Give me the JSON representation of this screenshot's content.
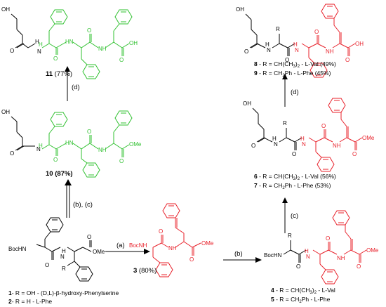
{
  "labels": {
    "oh": "OH",
    "o": "O",
    "nh": "NH",
    "hn": "HN",
    "h": "H",
    "n": "N",
    "ome": "OMe",
    "r": "R",
    "bochn": "BocHN",
    "bocnh": "BocNH"
  },
  "compound_11": {
    "num": "11",
    "yield": " (77%)"
  },
  "compound_10": {
    "num": "10",
    "yield": " (87%)"
  },
  "compound_8": {
    "num": "8",
    "text": " - R = CH(CH",
    "sub": "3",
    "tail": ")",
    "sub2": "2",
    "end": " - L-Val (49%)"
  },
  "compound_9": {
    "num": "9",
    "text": " - R = CH",
    "sub": "2",
    "end": "Ph - L-Phe (45%)"
  },
  "compound_6": {
    "num": "6",
    "text": " - R = CH(CH",
    "sub": "3",
    "tail": ")",
    "sub2": "2",
    "end": " - L-Val (56%)"
  },
  "compound_7": {
    "num": "7",
    "text": " - R = CH",
    "sub": "2",
    "end": "Ph - L-Phe (53%)"
  },
  "compound_3": {
    "num": "3",
    "yield": " (80%)"
  },
  "compound_4": {
    "num": "4",
    "text": " - R = CH(CH",
    "sub": "3",
    "tail": ")",
    "sub2": "2",
    "end": " - L-Val"
  },
  "compound_5": {
    "num": "5",
    "text": " - R = CH",
    "sub": "2",
    "end": "Ph - L-Phe"
  },
  "compound_1": {
    "num": "1",
    "text": "- R = OH - (D,L)-β-hydroxy-Phenylserine"
  },
  "compound_2": {
    "num": "2",
    "text": "- R = H - L-Phe"
  },
  "reagents": {
    "a": "(a)",
    "b": "(b)",
    "c": "(c)",
    "d": "(d)",
    "bc": "(b), (c)"
  },
  "colors": {
    "black": "#000000",
    "red": "#e8202a",
    "green": "#2fc02f"
  }
}
